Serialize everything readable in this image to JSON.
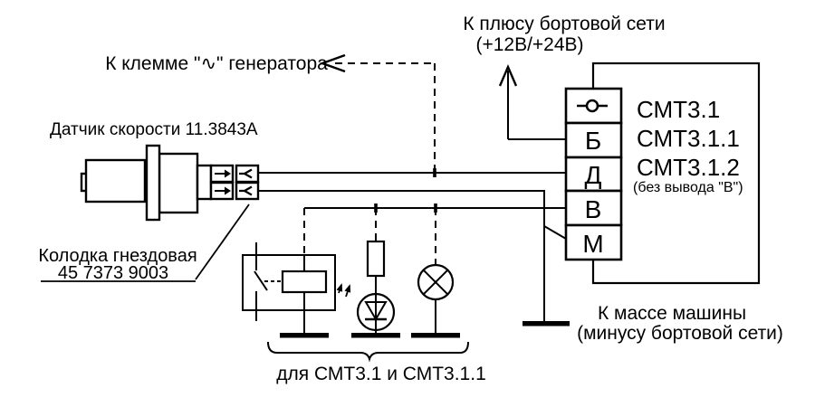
{
  "diagram": {
    "generator_label": "К клемме \"∿\" генератора",
    "power_label_line1": "К плюсу бортовой сети",
    "power_label_line2": "(+12В/+24В)",
    "sensor_label": "Датчик скорости 11.3843А",
    "connector_label_line1": "Колодка гнездовая",
    "connector_label_line2": "45 7373 9003",
    "ground_label_line1": "К массе машины",
    "ground_label_line2": "(минусу бортовой сети)",
    "models_brace_label": "для СМТ3.1 и СМТ3.1.1",
    "device": {
      "models": [
        "СМТ3.1",
        "СМТ3.1.1",
        "СМТ3.1.2"
      ],
      "models_note": "(без вывода \"В\")",
      "terminal_labels": [
        "Б",
        "Д",
        "В",
        "М"
      ],
      "indicator_terminal_symbol": "-o-"
    },
    "colors": {
      "line": "#000000",
      "background": "#ffffff"
    }
  }
}
